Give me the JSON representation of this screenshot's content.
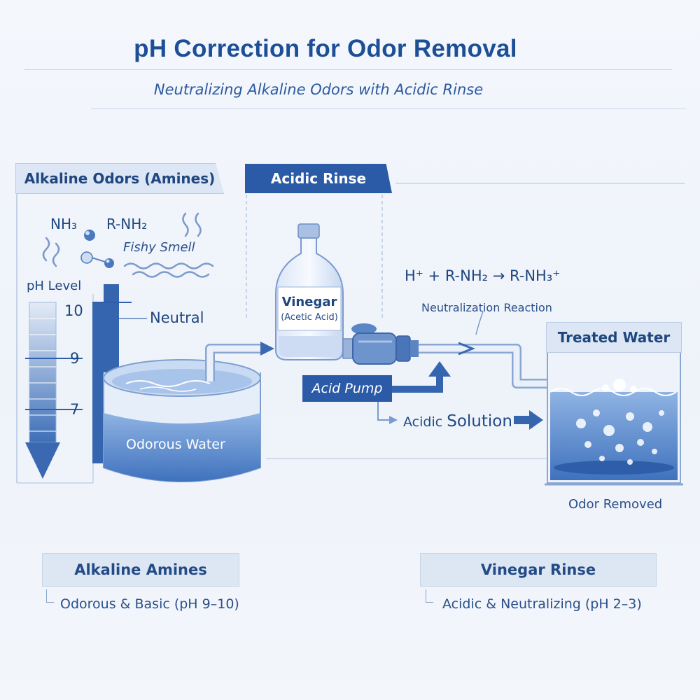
{
  "header": {
    "title": "pH Correction for Odor Removal",
    "subtitle": "Neutralizing Alkaline Odors with Acidic Rinse"
  },
  "left_panel": {
    "title": "Alkaline Odors (Amines)",
    "molecules": [
      "NH₃",
      "R-NH₂"
    ],
    "smell_label": "Fishy Smell",
    "ph_label": "pH Level",
    "ticks": [
      "10",
      "9",
      "7"
    ],
    "neutral_label": "Neutral",
    "tank_label": "Odorous Water"
  },
  "middle_panel": {
    "title": "Acidic Rinse",
    "bottle_label": "Vinegar",
    "bottle_sublabel": "(Acetic Acid)",
    "pump_label": "Acid Pump",
    "flow_label_small": "Acidic",
    "flow_label_big": "Solution"
  },
  "right_panel": {
    "equation": "H⁺ + R-NH₂ → R-NH₃⁺",
    "reaction_label": "Neutralization Reaction",
    "title": "Treated Water",
    "result_label": "Odor Removed"
  },
  "footer": {
    "left_title": "Alkaline Amines",
    "left_text": "Odorous & Basic (pH 9–10)",
    "right_title": "Vinegar Rinse",
    "right_text": "Acidic & Neutralizing (pH 2–3)"
  },
  "colors": {
    "primary": "#2b5ba6",
    "water": "#5f8fd1",
    "light_panel": "#dce6f4",
    "text": "#1d4f96"
  }
}
